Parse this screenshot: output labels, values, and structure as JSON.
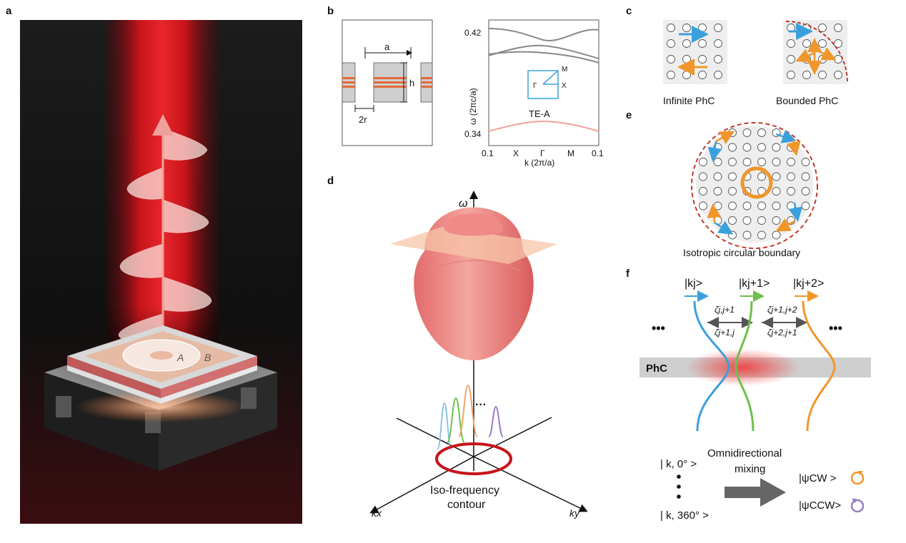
{
  "panels": {
    "a": "a",
    "b": "b",
    "c": "c",
    "d": "d",
    "e": "e",
    "f": "f"
  },
  "panel_a": {
    "region_a": "A",
    "region_b": "B"
  },
  "panel_b": {
    "unit_cell": {
      "period": "a",
      "height": "h",
      "radius": "2r"
    },
    "band": {
      "ytick_top": "0.42",
      "ytick_bottom": "0.34",
      "ylabel": "ω (2πc/a)",
      "xticks": [
        "0.1",
        "X",
        "Γ",
        "M",
        "0.1"
      ],
      "xlabel": "k (2π/a)",
      "mode_label": "TE-A",
      "bz": {
        "gamma": "Γ",
        "x": "X",
        "m": "M"
      }
    }
  },
  "panel_c": {
    "left_caption": "Infinite PhC",
    "right_caption": "Bounded PhC"
  },
  "panel_d": {
    "omega": "ω",
    "kx": "kx",
    "ky": "ky",
    "ellipsis": "···",
    "contour_line1": "Iso-frequency",
    "contour_line2": "contour"
  },
  "panel_e": {
    "caption": "Isotropic circular boundary"
  },
  "panel_f": {
    "ket1": "|kj>",
    "ket2": "|kj+1>",
    "ket3": "|kj+2>",
    "coupling_top_left": "ζj,j+1",
    "coupling_bottom_left": "ζj+1,j",
    "coupling_top_right": "ζj+1,j+2",
    "coupling_bottom_right": "ζj+2,j+1",
    "ellipsis_left": "•••",
    "ellipsis_right": "•••",
    "phc_label": "PhC",
    "k0": "| k, 0° >",
    "k360": "| k, 360° >",
    "mixing_line1": "Omnidirectional",
    "mixing_line2": "mixing",
    "psi_cw": "|ψCW >",
    "psi_ccw": "|ψCCW>"
  },
  "colors": {
    "laser_red": "#c8141b",
    "pink": "#f0a09a",
    "orange": "#f0962a",
    "blue": "#3aa0dc",
    "green": "#6cc04a",
    "purple": "#9a7ac8",
    "dark_red_dash": "#c0392b"
  }
}
